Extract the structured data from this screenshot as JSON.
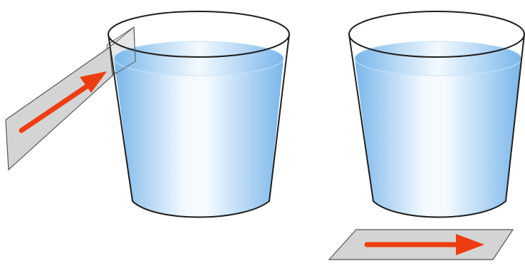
{
  "figure": {
    "panels": [
      {
        "id": "left",
        "glass": "cup-of-water",
        "card": "tilted-against-rim",
        "arrow_direction": "up-right"
      },
      {
        "id": "right",
        "glass": "cup-of-water",
        "card": "flat-on-ground",
        "arrow_direction": "right"
      }
    ]
  },
  "colors": {
    "background": "#ffffff",
    "water_edge": "#79b6ea",
    "water_highlight": "#f4faff",
    "water_surface": "#c7e4fb",
    "glass_outline": "#1e1e1e",
    "card_fill": "#d4d4d4",
    "card_outline": "#555555",
    "arrow": "#ee3d10"
  }
}
